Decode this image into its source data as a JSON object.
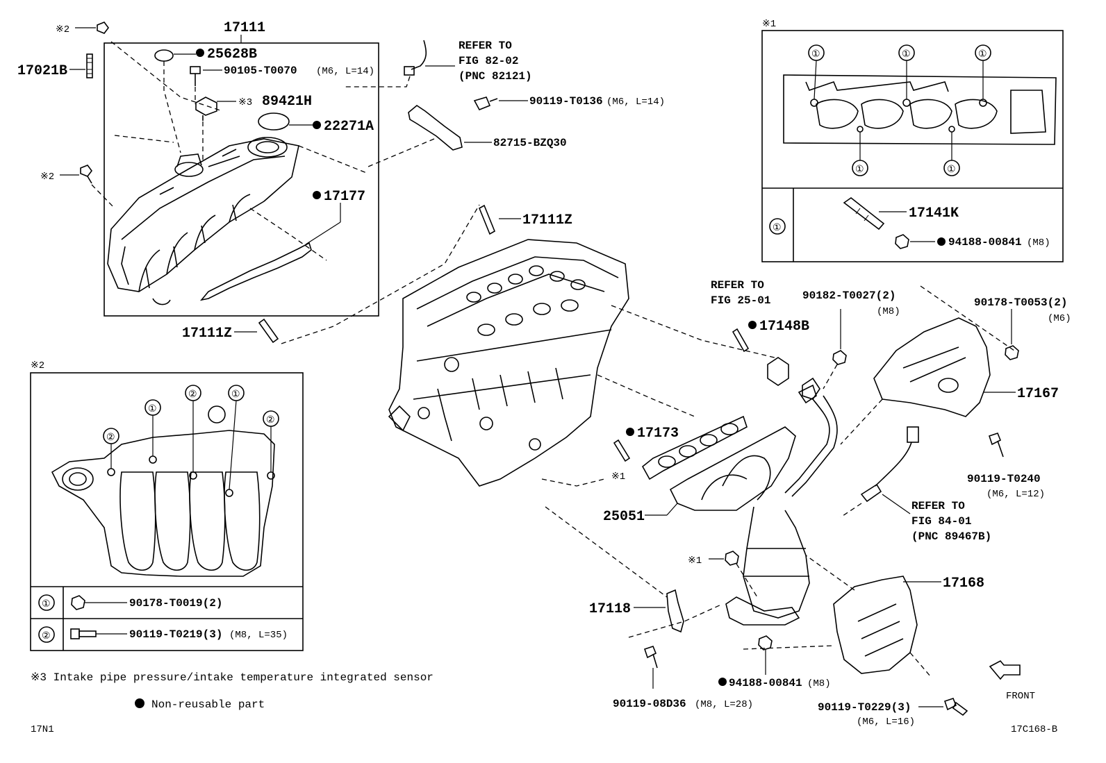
{
  "figure_code": "17C168-B",
  "page_code": "17N1",
  "legend": {
    "sensor_note": "※3 Intake pipe pressure/intake temperature integrated sensor",
    "non_reusable": "Non-reusable part",
    "front": "FRONT"
  },
  "callouts": {
    "p17111": "17111",
    "p17021B": "17021B",
    "p25628B": "25628B",
    "p90105": "90105-T0070",
    "p90105_spec": "(M6, L=14)",
    "p89421H": "89421H",
    "p89421H_mark": "※3",
    "p22271A": "22271A",
    "p17177": "17177",
    "p17111Z_top": "17111Z",
    "p17111Z_bottom": "17111Z",
    "mark2_a": "※2",
    "mark2_b": "※2",
    "refer_82_line1": "REFER TO",
    "refer_82_line2": "FIG 82-02",
    "refer_82_line3": "(PNC 82121)",
    "p90119_T0136": "90119-T0136",
    "p90119_T0136_spec": "(M6, L=14)",
    "p82715": "82715-BZQ30",
    "refer_25_line1": "REFER TO",
    "refer_25_line2": "FIG 25-01",
    "p17148B": "17148B",
    "p90182": "90182-T0027(2)",
    "p90182_spec": "(M8)",
    "p90178_T0053": "90178-T0053(2)",
    "p90178_T0053_spec": "(M6)",
    "p17167": "17167",
    "p17173": "17173",
    "mark1_a": "※1",
    "p25051": "25051",
    "p90119_T0240": "90119-T0240",
    "p90119_T0240_spec": "(M6, L=12)",
    "refer_84_line1": "REFER TO",
    "refer_84_line2": "FIG 84-01",
    "refer_84_line3": "(PNC 89467B)",
    "mark1_b": "※1",
    "p17168": "17168",
    "p17118": "17118",
    "p94188_bottom": "94188-00841",
    "p94188_bottom_spec": "(M8)",
    "p90119_08D36": "90119-08D36",
    "p90119_08D36_spec": "(M8, L=28)",
    "p90119_T0229": "90119-T0229(3)",
    "p90119_T0229_spec": "(M6, L=16)"
  },
  "inset1": {
    "mark": "※1",
    "key": "①",
    "p17141K": "17141K",
    "p94188": "94188-00841",
    "p94188_spec": "(M8)"
  },
  "inset2": {
    "mark": "※2",
    "key1": "①",
    "key2": "②",
    "row1_part": "90178-T0019(2)",
    "row2_part": "90119-T0219(3)",
    "row2_spec": "(M8, L=35)"
  }
}
